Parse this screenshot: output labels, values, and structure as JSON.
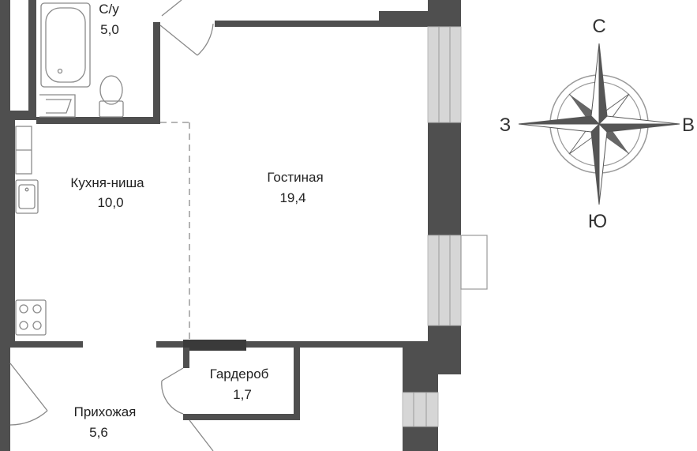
{
  "colors": {
    "wall": "#4f4f4f",
    "wall_dark": "#3a3a3a",
    "window": "#d6d6d6",
    "fixture": "#8a8a8a",
    "text": "#222222"
  },
  "rooms": {
    "bathroom": {
      "name": "С/у",
      "area": "5,0"
    },
    "kitchen": {
      "name": "Кухня-ниша",
      "area": "10,0"
    },
    "living": {
      "name": "Гостиная",
      "area": "19,4"
    },
    "wardrobe": {
      "name": "Гардероб",
      "area": "1,7"
    },
    "hallway": {
      "name": "Прихожая",
      "area": "5,6"
    }
  },
  "compass": {
    "north": "С",
    "south": "Ю",
    "west": "З",
    "east": "В"
  }
}
